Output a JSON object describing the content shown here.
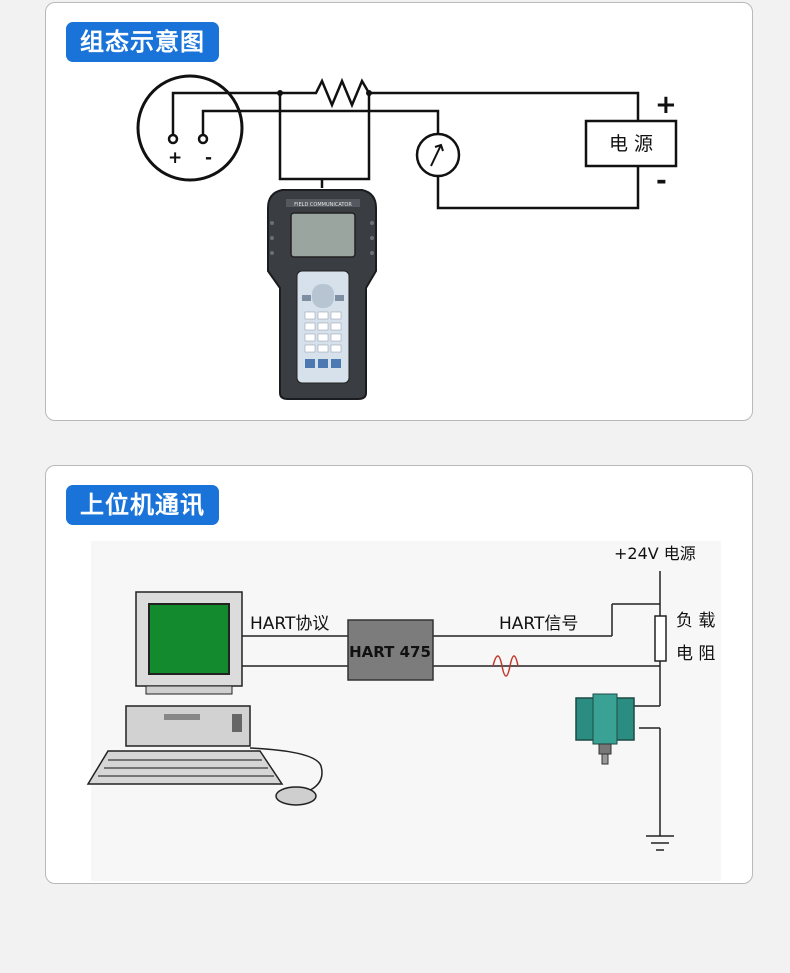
{
  "colors": {
    "badge_bg": "#1a73d9",
    "screen_green": "#138a2e",
    "transmitter_teal": "#2b8d82"
  },
  "config_panel": {
    "title": "组态示意图",
    "plus": "+",
    "minus": "-",
    "meter_plus": "+",
    "meter_minus": "-",
    "power_label": "电 源",
    "device_header": "FIELD COMMUNICATOR"
  },
  "comm_panel": {
    "title": "上位机通讯",
    "supply_label": "+24V 电源",
    "protocol_label": "HART协议",
    "device_label": "HART 475",
    "signal_label": "HART信号",
    "load_label_1": "负 载",
    "load_label_2": "电 阻"
  }
}
